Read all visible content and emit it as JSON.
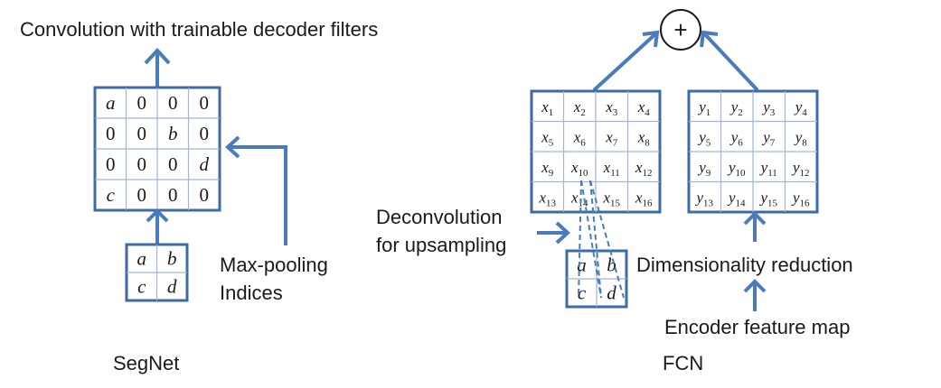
{
  "segnet": {
    "top_label": "Convolution with trainable decoder filters",
    "upsampled_grid": [
      [
        "a",
        "0",
        "0",
        "0"
      ],
      [
        "0",
        "0",
        "b",
        "0"
      ],
      [
        "0",
        "0",
        "0",
        "d"
      ],
      [
        "c",
        "0",
        "0",
        "0"
      ]
    ],
    "pooled_grid": [
      [
        "a",
        "b"
      ],
      [
        "c",
        "d"
      ]
    ],
    "indices_label_line1": "Max-pooling",
    "indices_label_line2": "Indices",
    "caption": "SegNet"
  },
  "fcn": {
    "plus_symbol": "+",
    "x_grid": [
      [
        "x",
        "1"
      ],
      [
        "x",
        "2"
      ],
      [
        "x",
        "3"
      ],
      [
        "x",
        "4"
      ],
      [
        "x",
        "5"
      ],
      [
        "x",
        "6"
      ],
      [
        "x",
        "7"
      ],
      [
        "x",
        "8"
      ],
      [
        "x",
        "9"
      ],
      [
        "x",
        "10"
      ],
      [
        "x",
        "11"
      ],
      [
        "x",
        "12"
      ],
      [
        "x",
        "13"
      ],
      [
        "x",
        "14"
      ],
      [
        "x",
        "15"
      ],
      [
        "x",
        "16"
      ]
    ],
    "y_grid": [
      [
        "y",
        "1"
      ],
      [
        "y",
        "2"
      ],
      [
        "y",
        "3"
      ],
      [
        "y",
        "4"
      ],
      [
        "y",
        "5"
      ],
      [
        "y",
        "6"
      ],
      [
        "y",
        "7"
      ],
      [
        "y",
        "8"
      ],
      [
        "y",
        "9"
      ],
      [
        "y",
        "10"
      ],
      [
        "y",
        "11"
      ],
      [
        "y",
        "12"
      ],
      [
        "y",
        "13"
      ],
      [
        "y",
        "14"
      ],
      [
        "y",
        "15"
      ],
      [
        "y",
        "16"
      ]
    ],
    "pooled_grid": [
      [
        "a",
        "b"
      ],
      [
        "c",
        "d"
      ]
    ],
    "deconv_label_line1": "Deconvolution",
    "deconv_label_line2": "for upsampling",
    "dimred_label": "Dimensionality reduction",
    "encoder_label": "Encoder feature map",
    "caption": "FCN"
  }
}
